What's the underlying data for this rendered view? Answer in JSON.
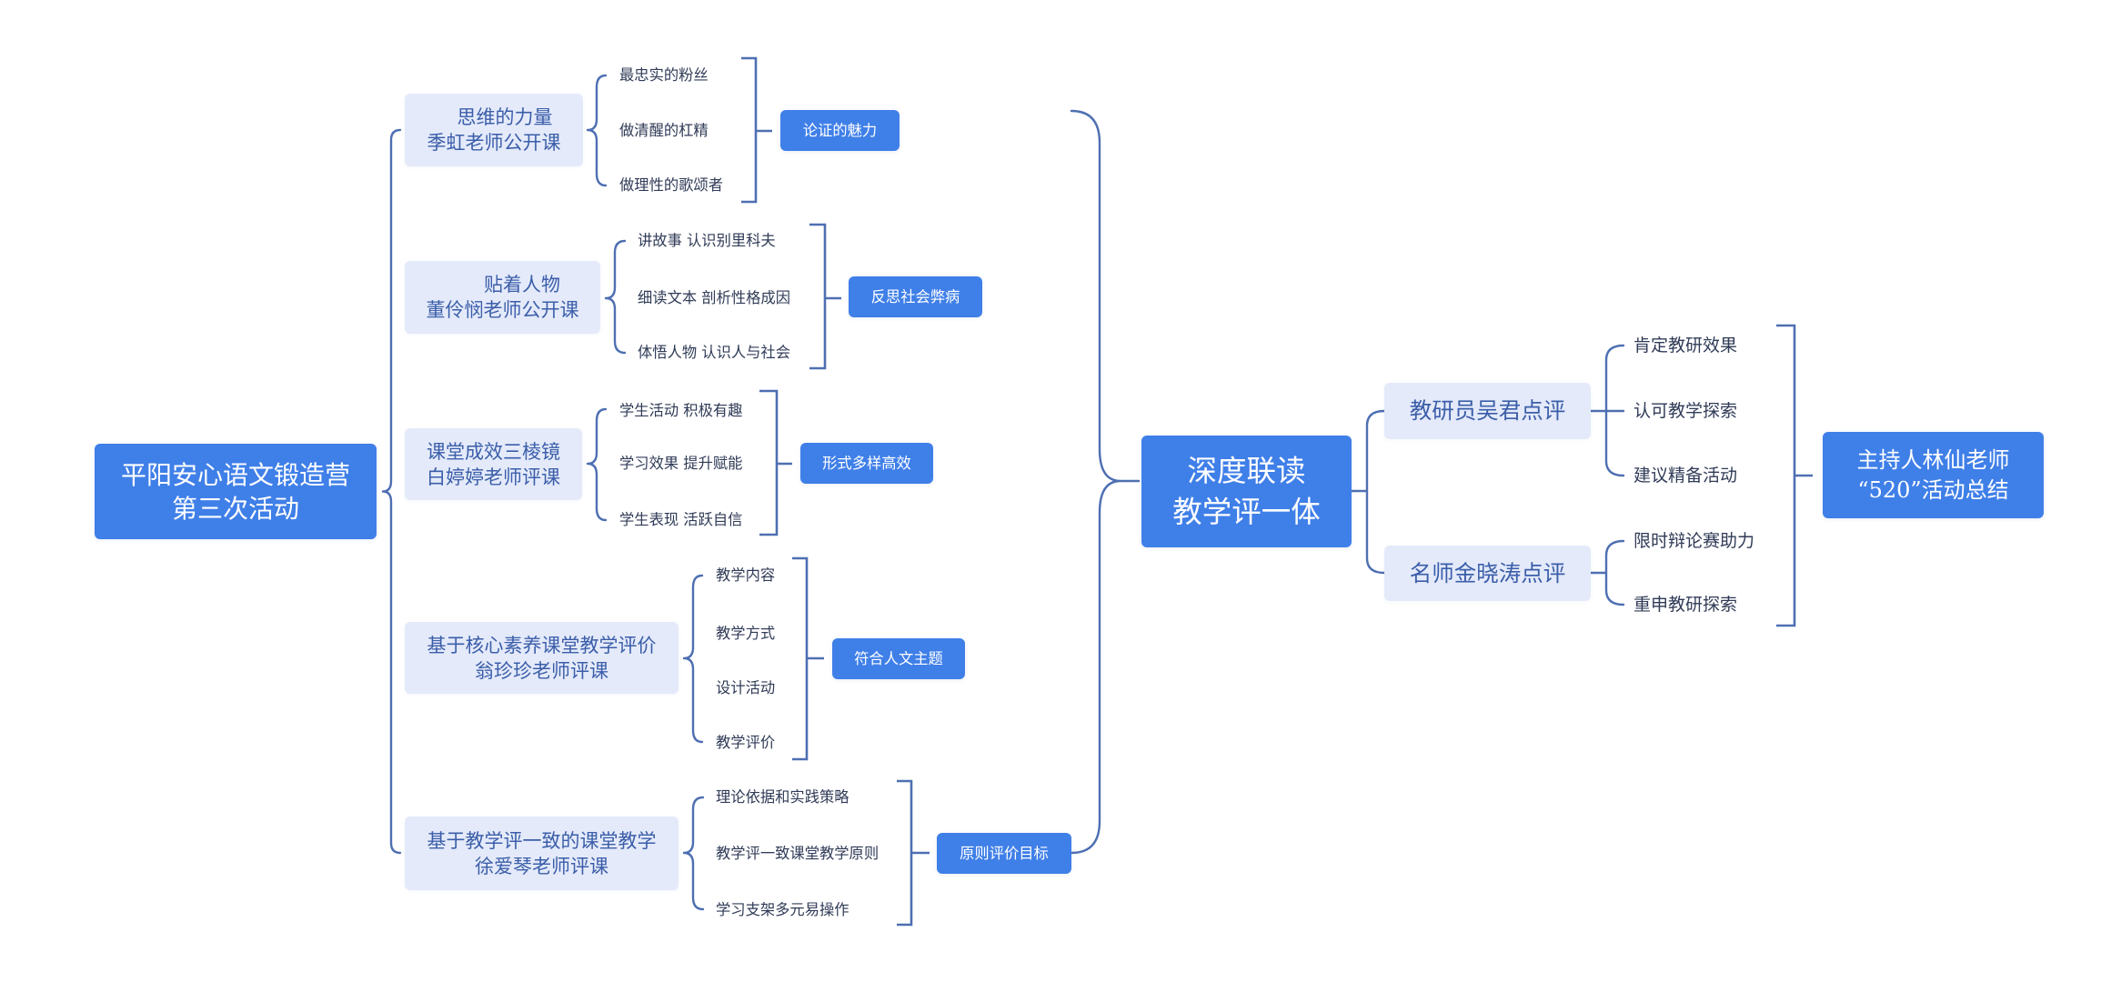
{
  "root": {
    "lines": [
      "平阳安心语文锻造营",
      "第三次活动"
    ]
  },
  "sessions": [
    {
      "lines": [
        "思维的力量",
        "季虹老师公开课"
      ],
      "points": [
        "最忠实的粉丝",
        "做清醒的杠精",
        "做理性的歌颂者"
      ],
      "summary": "论证的魅力"
    },
    {
      "lines": [
        "贴着人物",
        "董伶悯老师公开课"
      ],
      "points": [
        "讲故事 认识别里科夫",
        "细读文本 剖析性格成因",
        "体悟人物 认识人与社会"
      ],
      "summary": "反思社会弊病"
    },
    {
      "lines": [
        "课堂成效三棱镜",
        "白婷婷老师评课"
      ],
      "points": [
        "学生活动 积极有趣",
        "学习效果 提升赋能",
        "学生表现 活跃自信"
      ],
      "summary": "形式多样高效"
    },
    {
      "lines": [
        "基于核心素养课堂教学评价",
        "翁珍珍老师评课"
      ],
      "points": [
        "教学内容",
        "教学方式",
        "设计活动",
        "教学评价"
      ],
      "summary": "符合人文主题"
    },
    {
      "lines": [
        "基于教学评一致的课堂教学",
        "徐爱琴老师评课"
      ],
      "points": [
        "理论依据和实践策略",
        "教学评一致课堂教学原则",
        "学习支架多元易操作"
      ],
      "summary": "原则评价目标"
    }
  ],
  "theme": {
    "lines": [
      "深度联读",
      "教学评一体"
    ]
  },
  "reviews": [
    {
      "label": "教研员吴君点评",
      "points": [
        "肯定教研效果",
        "认可教学探索",
        "建议精备活动"
      ]
    },
    {
      "label": "名师金晓涛点评",
      "points": [
        "限时辩论赛助力",
        "重申教研探索"
      ]
    }
  ],
  "conclusion": {
    "lines": [
      "主持人林仙老师",
      "“520”活动总结"
    ]
  },
  "colors": {
    "primary_node": "#3f7fe8",
    "primary_node_text": "#ffffff",
    "secondary_node": "#e4eafa",
    "secondary_node_text": "#3b5ea9",
    "leaf_text": "#303b57",
    "connector": "#4e6fb2",
    "background": "#ffffff"
  }
}
